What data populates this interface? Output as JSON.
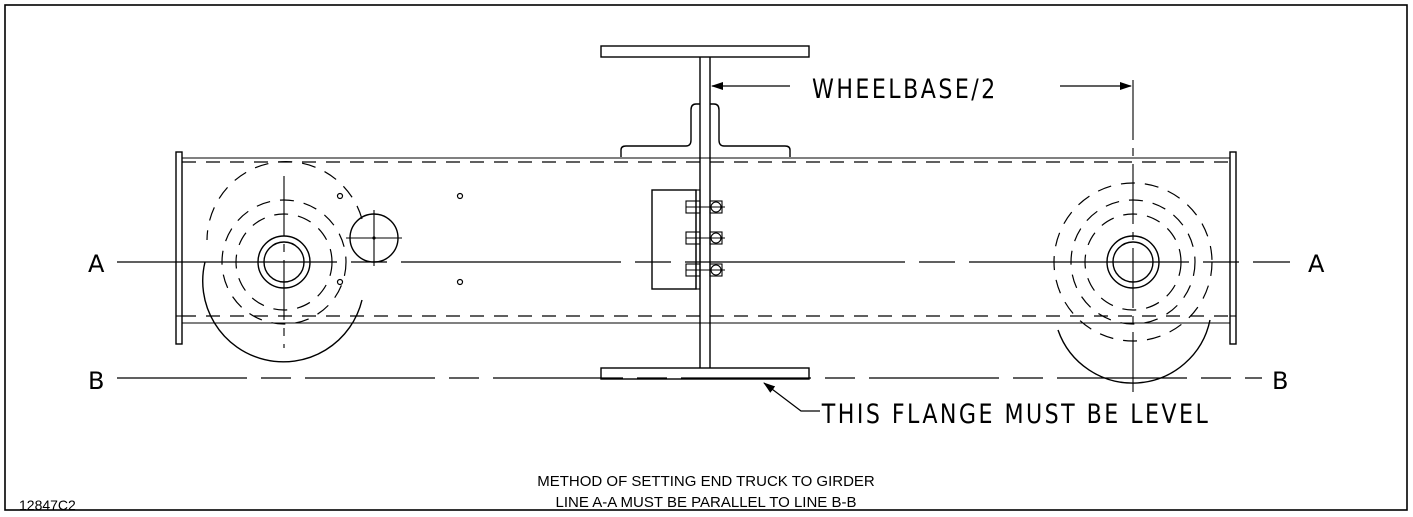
{
  "labels": {
    "line_a_left": "A",
    "line_a_right": "A",
    "line_b_left": "B",
    "line_b_right": "B",
    "dimension": "WHEELBASE/2",
    "flange_note": "THIS FLANGE MUST BE LEVEL"
  },
  "caption": {
    "line1": "METHOD OF SETTING END TRUCK TO GIRDER",
    "line2": "LINE A-A MUST BE PARALLEL TO LINE B-B"
  },
  "figure_code": "12847C2"
}
